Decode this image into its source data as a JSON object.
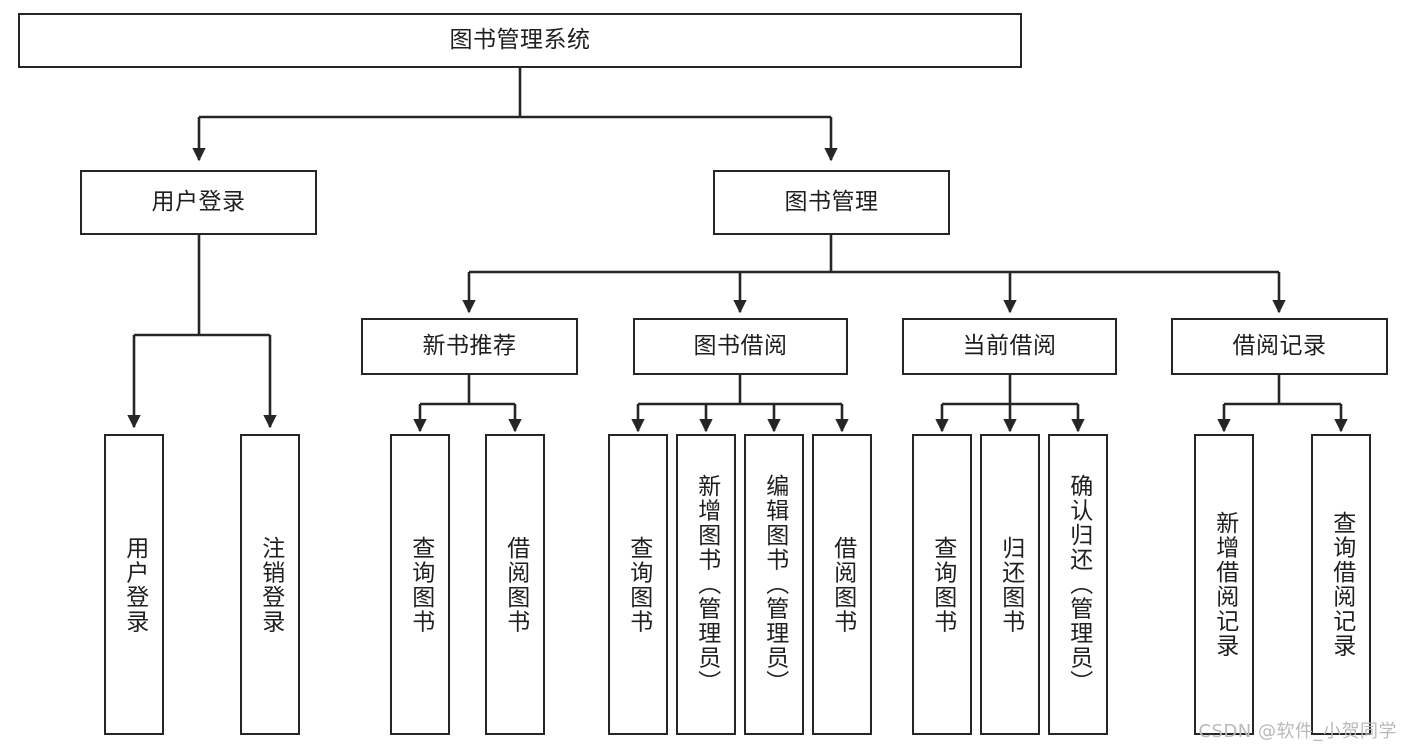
{
  "diagram": {
    "title": "图书管理系统",
    "type": "tree-hierarchy-chart",
    "root": {
      "label": "图书管理系统"
    },
    "level2": [
      {
        "label": "用户登录"
      },
      {
        "label": "图书管理"
      }
    ],
    "level3": [
      {
        "label": "新书推荐"
      },
      {
        "label": "图书借阅"
      },
      {
        "label": "当前借阅"
      },
      {
        "label": "借阅记录"
      }
    ],
    "leaves": {
      "user_login": [
        {
          "label": "用户登录"
        },
        {
          "label": "注销登录"
        }
      ],
      "new_book_recommend": [
        {
          "label": "查询图书"
        },
        {
          "label": "借阅图书"
        }
      ],
      "book_borrow": [
        {
          "label": "查询图书"
        },
        {
          "label": "新增图书（管理员）"
        },
        {
          "label": "编辑图书（管理员）"
        },
        {
          "label": "借阅图书"
        }
      ],
      "current_borrow": [
        {
          "label": "查询图书"
        },
        {
          "label": "归还图书"
        },
        {
          "label": "确认归还（管理员）"
        }
      ],
      "borrow_record": [
        {
          "label": "新增借阅记录"
        },
        {
          "label": "查询借阅记录"
        }
      ]
    },
    "watermark": "CSDN @软件_小贺同学",
    "colors": {
      "stroke": "#262626",
      "text": "#1f1f1f",
      "background": "#ffffff",
      "watermark": "#b9b9b9"
    }
  }
}
